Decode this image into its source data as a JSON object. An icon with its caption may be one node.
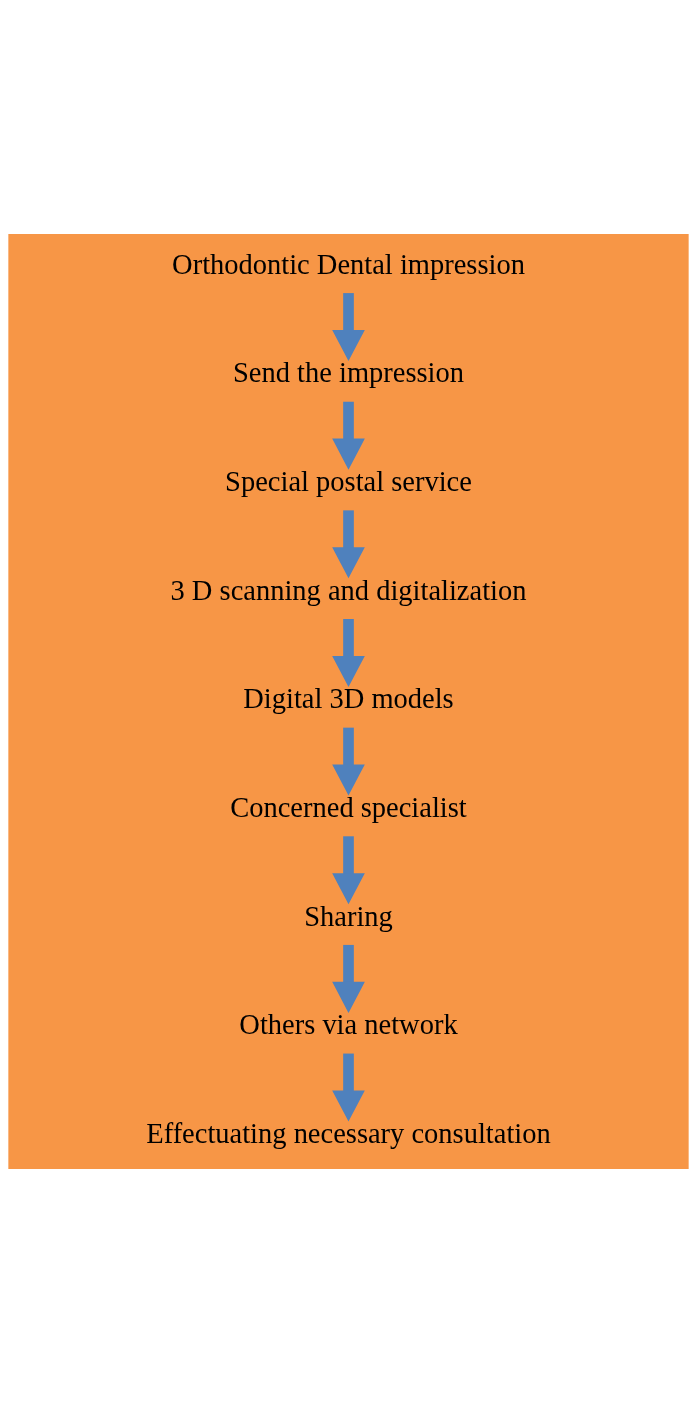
{
  "diagram": {
    "nodes": [
      {
        "text": [
          "Orthodontic Dental impression"
        ]
      },
      {
        "text": [
          "Send the impression"
        ]
      },
      {
        "text": [
          "Special postal service"
        ]
      },
      {
        "text": [
          "3 D scanning and digitalization"
        ]
      },
      {
        "text": [
          "Digital 3D models"
        ]
      },
      {
        "text": [
          "Concerned specialist"
        ]
      },
      {
        "text": [
          "Sharing"
        ]
      },
      {
        "text": [
          "Others via network"
        ]
      },
      {
        "text": [
          "Effectuating necessary consultation"
        ]
      }
    ],
    "edges": [
      {
        "from": 0,
        "to": 1,
        "arrow": "to"
      },
      {
        "from": 1,
        "to": 2,
        "arrow": "to"
      },
      {
        "from": 2,
        "to": 3,
        "arrow": "to"
      },
      {
        "from": 3,
        "to": 4,
        "arrow": "to"
      },
      {
        "from": 4,
        "to": 5,
        "arrow": "to"
      },
      {
        "from": 5,
        "to": 6,
        "arrow": "to"
      },
      {
        "from": 6,
        "to": 7,
        "arrow": "to"
      },
      {
        "from": 7,
        "to": 8,
        "arrow": "to"
      }
    ]
  }
}
